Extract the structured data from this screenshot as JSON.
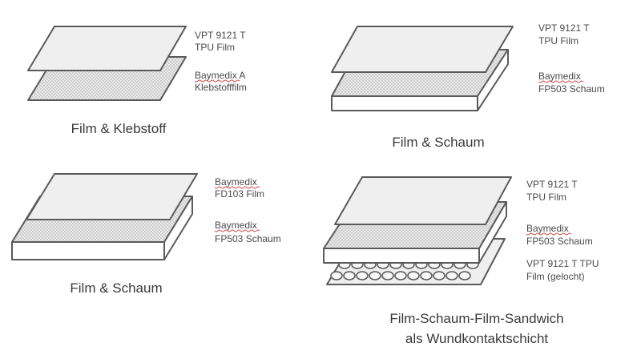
{
  "panels": {
    "top_left": {
      "caption": "Film & Klebstoff",
      "labels": [
        {
          "line1": "VPT 9121 T",
          "line2": "TPU Film"
        },
        {
          "line1": "Baymedix A",
          "line2": "Klebstofffilm"
        }
      ]
    },
    "top_right": {
      "caption": "Film & Schaum",
      "labels": [
        {
          "line1": "VPT 9121 T",
          "line2": "TPU Film"
        },
        {
          "line1": "Baymedix",
          "line2": "FP503 Schaum"
        }
      ]
    },
    "bottom_left": {
      "caption": "Film & Schaum",
      "labels": [
        {
          "line1": "Baymedix",
          "line2": "FD103 Film"
        },
        {
          "line1": "Baymedix",
          "line2": "FP503 Schaum"
        }
      ]
    },
    "bottom_right": {
      "caption_line1": "Film-Schaum-Film-Sandwich",
      "caption_line2": "als Wundkontaktschicht",
      "labels": [
        {
          "line1": "VPT 9121 T",
          "line2": "TPU Film"
        },
        {
          "line1": "Baymedix",
          "line2": "FP503 Schaum"
        },
        {
          "line1": "VPT 9121 T TPU",
          "line2": "Film (gelocht)"
        }
      ]
    }
  },
  "colors": {
    "stroke": "#5a5a5a",
    "film_fill": "#efefef",
    "spellcheck_underline": "#d04a4a"
  }
}
